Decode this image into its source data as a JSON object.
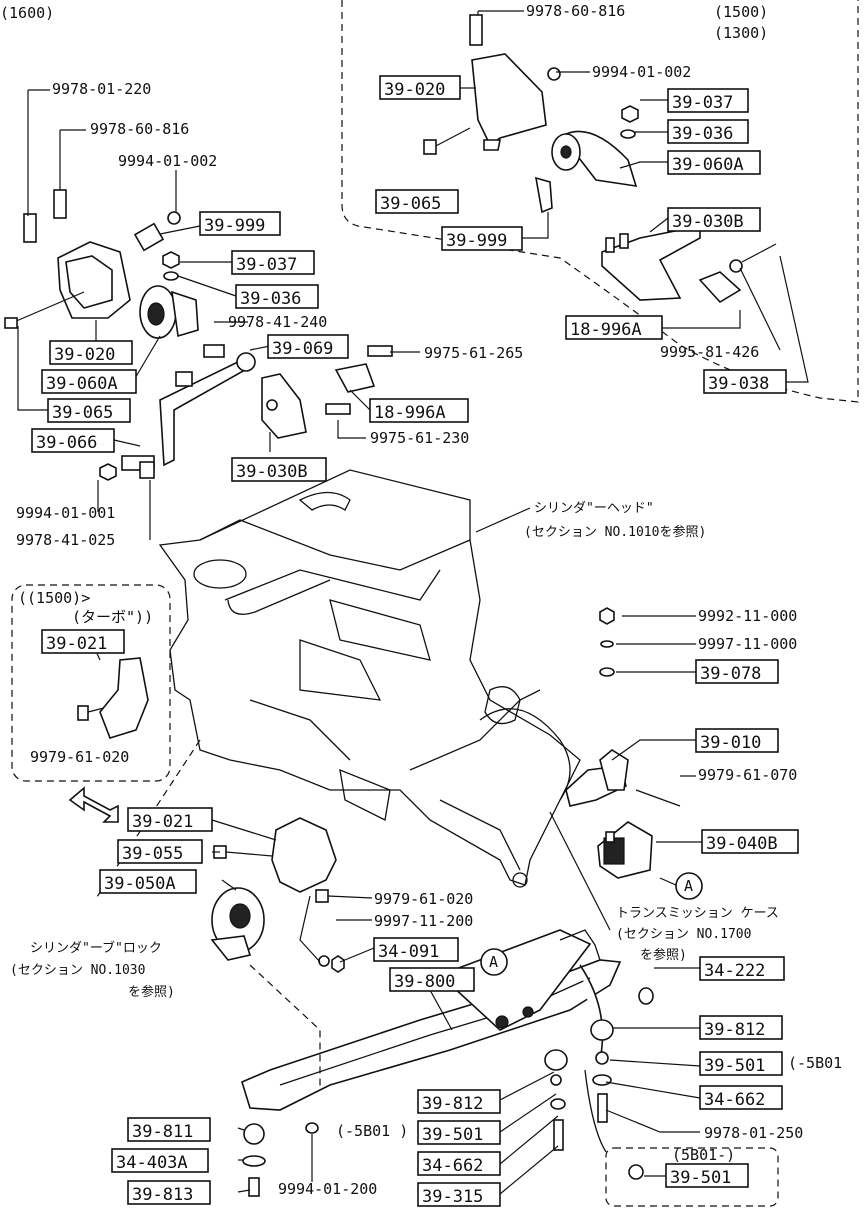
{
  "variants": {
    "v1600": "(1600)",
    "v1500": "(1500)",
    "v1300": "(1300)",
    "v1500_turbo_line1": "((1500)>",
    "v1500_turbo_line2": "(ターボ\"))"
  },
  "part_codes": {
    "c1": "39-020",
    "c2": "39-037",
    "c3": "39-036",
    "c4": "39-060A",
    "c5": "39-065",
    "c6": "39-030B",
    "c7": "39-999",
    "c8": "18-996A",
    "c9": "39-038",
    "c10": "39-999",
    "c11": "39-037",
    "c12": "39-036",
    "c13": "39-020",
    "c14": "39-060A",
    "c15": "39-065",
    "c16": "39-066",
    "c17": "39-069",
    "c18": "18-996A",
    "c19": "39-030B",
    "c20": "39-021",
    "c21": "39-078",
    "c22": "39-010",
    "c23": "39-040B",
    "c24": "39-021",
    "c25": "39-055",
    "c26": "39-050A",
    "c27": "34-091",
    "c28": "39-800",
    "c29": "34-222",
    "c30": "39-812",
    "c31": "39-501",
    "c32": "34-662",
    "c33": "39-812",
    "c34": "39-501",
    "c35": "34-662",
    "c36": "39-315",
    "c37": "39-811",
    "c38": "34-403A",
    "c39": "39-813",
    "c40": "39-501"
  },
  "part_numbers": {
    "p1": "9978-60-816",
    "p2": "9994-01-002",
    "p3": "9995-81-426",
    "p4": "9978-01-220",
    "p5": "9978-60-816",
    "p6": "9994-01-002",
    "p7": "9978-41-240",
    "p8": "9975-61-265",
    "p9": "9975-61-230",
    "p10": "9994-01-001",
    "p11": "9978-41-025",
    "p12": "9979-61-020",
    "p13": "9992-11-000",
    "p14": "9997-11-000",
    "p15": "9979-61-070",
    "p16": "9979-61-020",
    "p17": "9997-11-200",
    "p18": "9978-01-250",
    "p19": "9994-01-200"
  },
  "notes": {
    "head_1": "シリンダ\"ーヘッド\"",
    "head_2": "(セクション NO.1010を参照)",
    "trans_1": "トランスミッション ケース",
    "trans_2": "(セクション NO.1700",
    "trans_3": "を参照)",
    "block_1": "シリンダ\"ーブ\"ロック",
    "block_2": "(セクション NO.1030",
    "block_3": "を参照)",
    "range_1": "(-5B01",
    "range_2": "(-5B01 )",
    "range_3": "(5B01-)",
    "marker_a1": "A",
    "marker_a2": "A"
  },
  "icons": {
    "double_arrow": "double-arrow-icon"
  }
}
